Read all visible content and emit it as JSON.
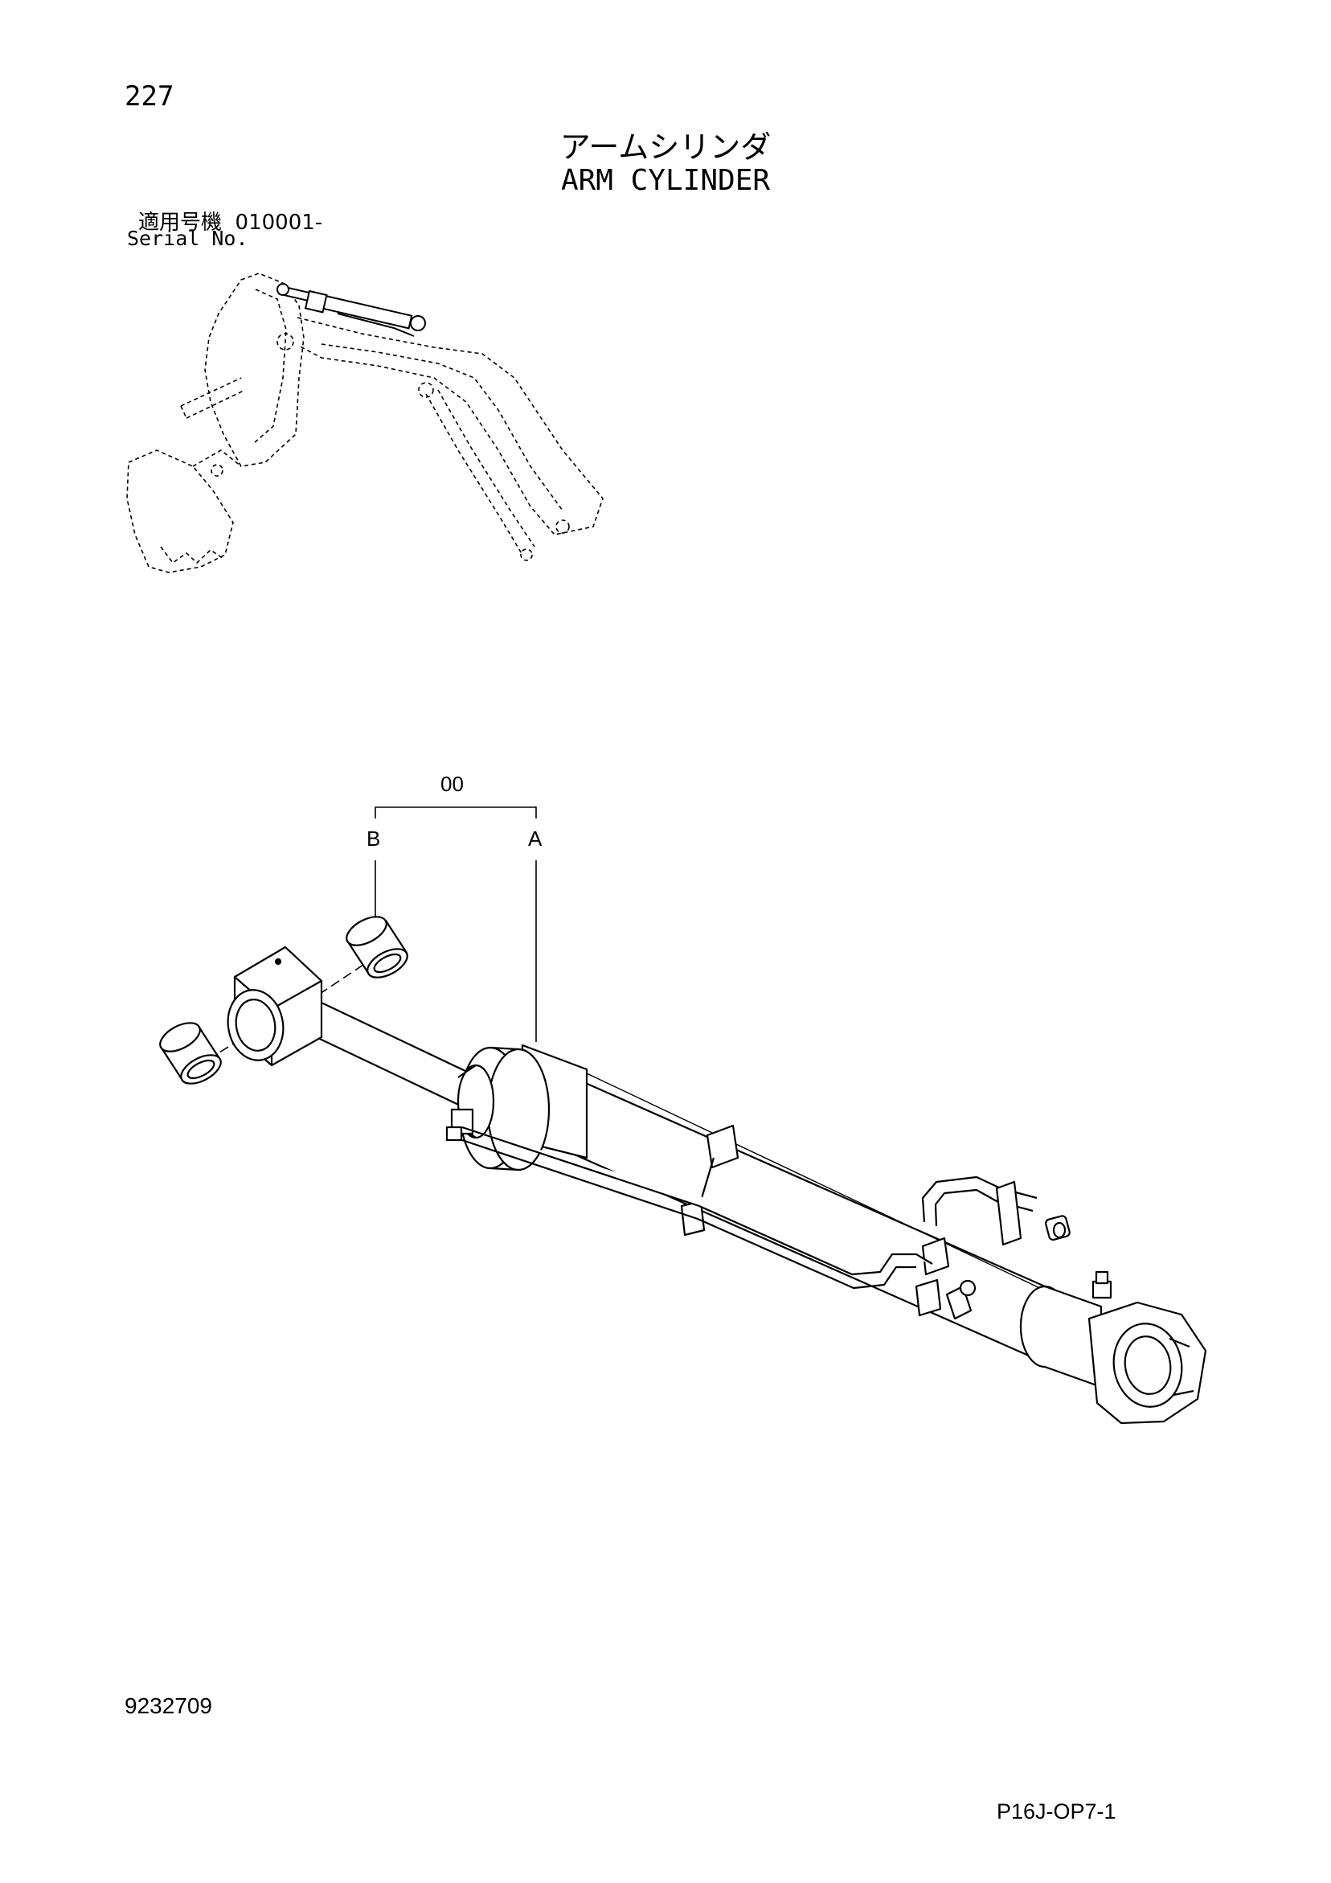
{
  "header": {
    "page_number": "227",
    "title_ja": "アームシリンダ",
    "title_en": "ARM CYLINDER",
    "serial_label_ja": "適用号機",
    "serial_value": "010001-",
    "serial_label_en": "Serial No."
  },
  "diagram": {
    "assembly_label": "00",
    "callouts": [
      "B",
      "A"
    ]
  },
  "footer": {
    "doc_number": "9232709",
    "page_code": "P16J-OP7-1"
  }
}
